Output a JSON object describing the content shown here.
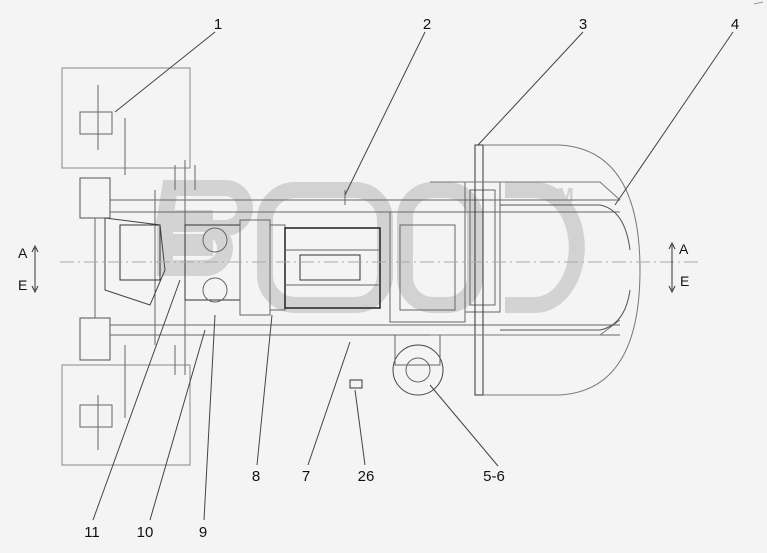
{
  "callouts": [
    "1",
    "2",
    "3",
    "4",
    "5-6",
    "7",
    "26",
    "8",
    "9",
    "10",
    "11"
  ],
  "direction_left": {
    "top": "A",
    "bottom": "E"
  },
  "direction_right": {
    "top": "A",
    "bottom": "E"
  },
  "watermark": {
    "mark": "TM"
  }
}
